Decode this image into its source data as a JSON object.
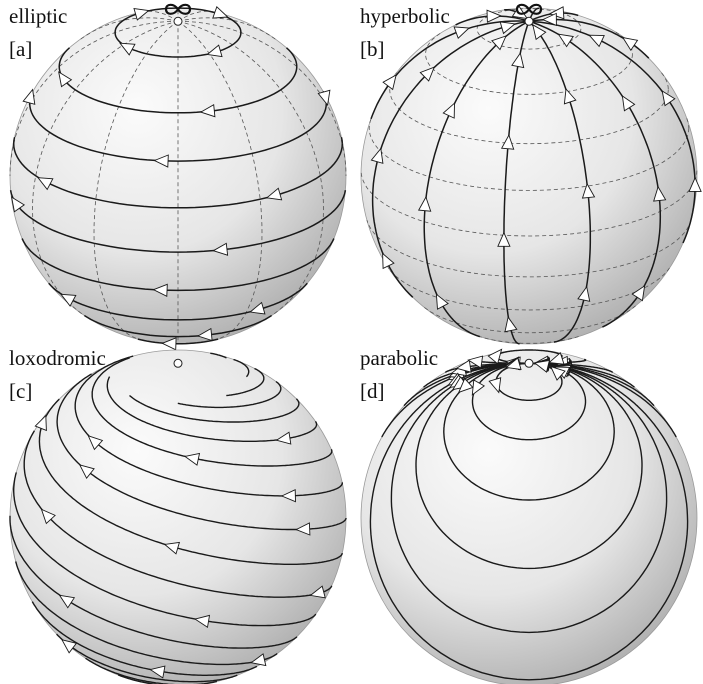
{
  "figure": {
    "panels": [
      {
        "id": "a",
        "name": "elliptic",
        "tag": "[a]"
      },
      {
        "id": "b",
        "name": "hyperbolic",
        "tag": "[b]"
      },
      {
        "id": "c",
        "name": "loxodromic",
        "tag": "[c]"
      },
      {
        "id": "d",
        "name": "parabolic",
        "tag": "[d]"
      }
    ],
    "colors": {
      "sphere_light": "#fbfbfb",
      "sphere_mid": "#e6e6e6",
      "sphere_shadow": "#a9a9a9",
      "flow_line": "#1a1a1a",
      "grid_line": "#555555",
      "arrow_fill": "#ffffff"
    }
  }
}
